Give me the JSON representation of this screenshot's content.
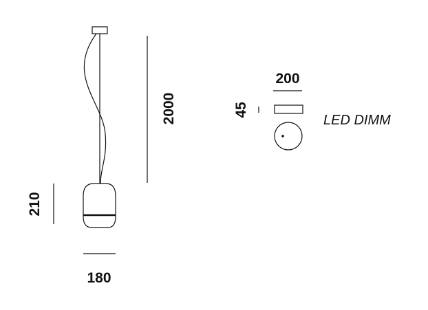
{
  "dimensions": {
    "total_height": "2000",
    "shade_height": "210",
    "shade_width": "180",
    "canopy_diameter": "200",
    "canopy_height": "45"
  },
  "driver_label": "LED DIMM",
  "colors": {
    "line": "#111111",
    "background": "#ffffff"
  }
}
